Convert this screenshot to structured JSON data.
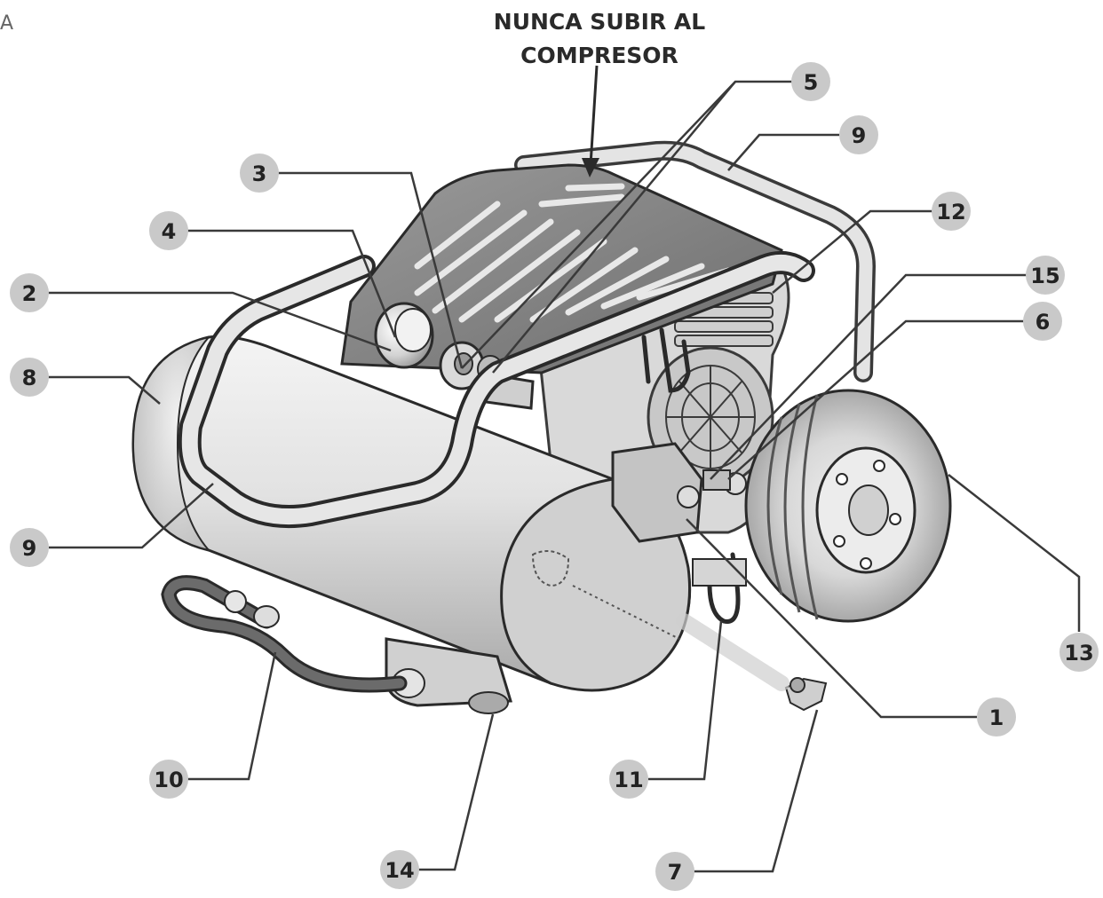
{
  "corner_label": "A",
  "warning": {
    "line1": "NUNCA SUBIR AL",
    "line2": "COMPRESOR"
  },
  "callouts": {
    "c1": "1",
    "c2": "2",
    "c3": "3",
    "c4": "4",
    "c5": "5",
    "c6": "6",
    "c7": "7",
    "c8": "8",
    "c9a": "9",
    "c9b": "9",
    "c10": "10",
    "c11": "11",
    "c12": "12",
    "c13": "13",
    "c14": "14",
    "c15": "15"
  },
  "colors": {
    "badge": "#c9c9c9",
    "line": "#3a3a3a",
    "metal_light": "#e6e6e6",
    "metal_mid": "#bdbdbd",
    "metal_dark": "#7a7a7a"
  }
}
